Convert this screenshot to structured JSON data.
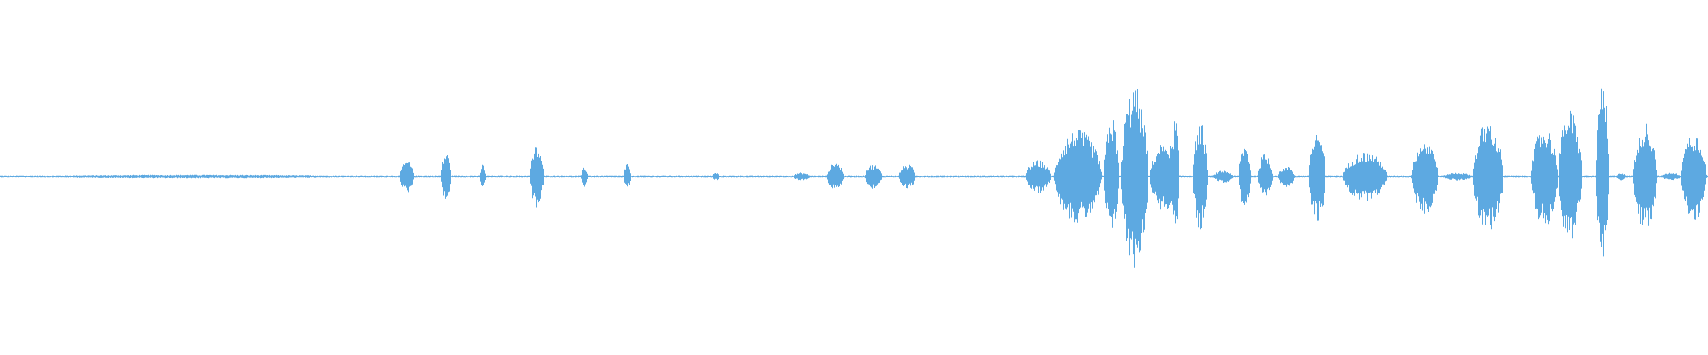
{
  "waveform": {
    "color": "#5da9e1",
    "background": "#ffffff",
    "baseline_amplitude": 0.012,
    "segments": [
      {
        "start": 0.0,
        "end": 0.23,
        "amp": 0.02
      },
      {
        "start": 0.234,
        "end": 0.242,
        "amp": 0.16
      },
      {
        "start": 0.258,
        "end": 0.264,
        "amp": 0.24
      },
      {
        "start": 0.281,
        "end": 0.284,
        "amp": 0.12
      },
      {
        "start": 0.31,
        "end": 0.318,
        "amp": 0.3
      },
      {
        "start": 0.34,
        "end": 0.344,
        "amp": 0.1
      },
      {
        "start": 0.365,
        "end": 0.369,
        "amp": 0.12
      },
      {
        "start": 0.417,
        "end": 0.421,
        "amp": 0.04
      },
      {
        "start": 0.464,
        "end": 0.474,
        "amp": 0.04
      },
      {
        "start": 0.484,
        "end": 0.494,
        "amp": 0.14
      },
      {
        "start": 0.506,
        "end": 0.516,
        "amp": 0.12
      },
      {
        "start": 0.526,
        "end": 0.536,
        "amp": 0.12
      },
      {
        "start": 0.6,
        "end": 0.615,
        "amp": 0.16
      },
      {
        "start": 0.617,
        "end": 0.645,
        "amp": 0.45
      },
      {
        "start": 0.646,
        "end": 0.655,
        "amp": 0.58
      },
      {
        "start": 0.656,
        "end": 0.672,
        "amp": 0.88
      },
      {
        "start": 0.673,
        "end": 0.69,
        "amp": 0.34
      },
      {
        "start": 0.686,
        "end": 0.69,
        "amp": 0.58
      },
      {
        "start": 0.698,
        "end": 0.707,
        "amp": 0.52
      },
      {
        "start": 0.71,
        "end": 0.722,
        "amp": 0.06
      },
      {
        "start": 0.725,
        "end": 0.732,
        "amp": 0.32
      },
      {
        "start": 0.736,
        "end": 0.745,
        "amp": 0.22
      },
      {
        "start": 0.748,
        "end": 0.758,
        "amp": 0.1
      },
      {
        "start": 0.766,
        "end": 0.776,
        "amp": 0.44
      },
      {
        "start": 0.786,
        "end": 0.812,
        "amp": 0.24
      },
      {
        "start": 0.826,
        "end": 0.842,
        "amp": 0.36
      },
      {
        "start": 0.844,
        "end": 0.862,
        "amp": 0.04
      },
      {
        "start": 0.862,
        "end": 0.88,
        "amp": 0.54
      },
      {
        "start": 0.896,
        "end": 0.912,
        "amp": 0.48
      },
      {
        "start": 0.912,
        "end": 0.926,
        "amp": 0.64
      },
      {
        "start": 0.934,
        "end": 0.942,
        "amp": 0.86
      },
      {
        "start": 0.946,
        "end": 0.952,
        "amp": 0.04
      },
      {
        "start": 0.956,
        "end": 0.97,
        "amp": 0.52
      },
      {
        "start": 0.972,
        "end": 0.984,
        "amp": 0.04
      },
      {
        "start": 0.984,
        "end": 0.999,
        "amp": 0.44
      }
    ]
  }
}
